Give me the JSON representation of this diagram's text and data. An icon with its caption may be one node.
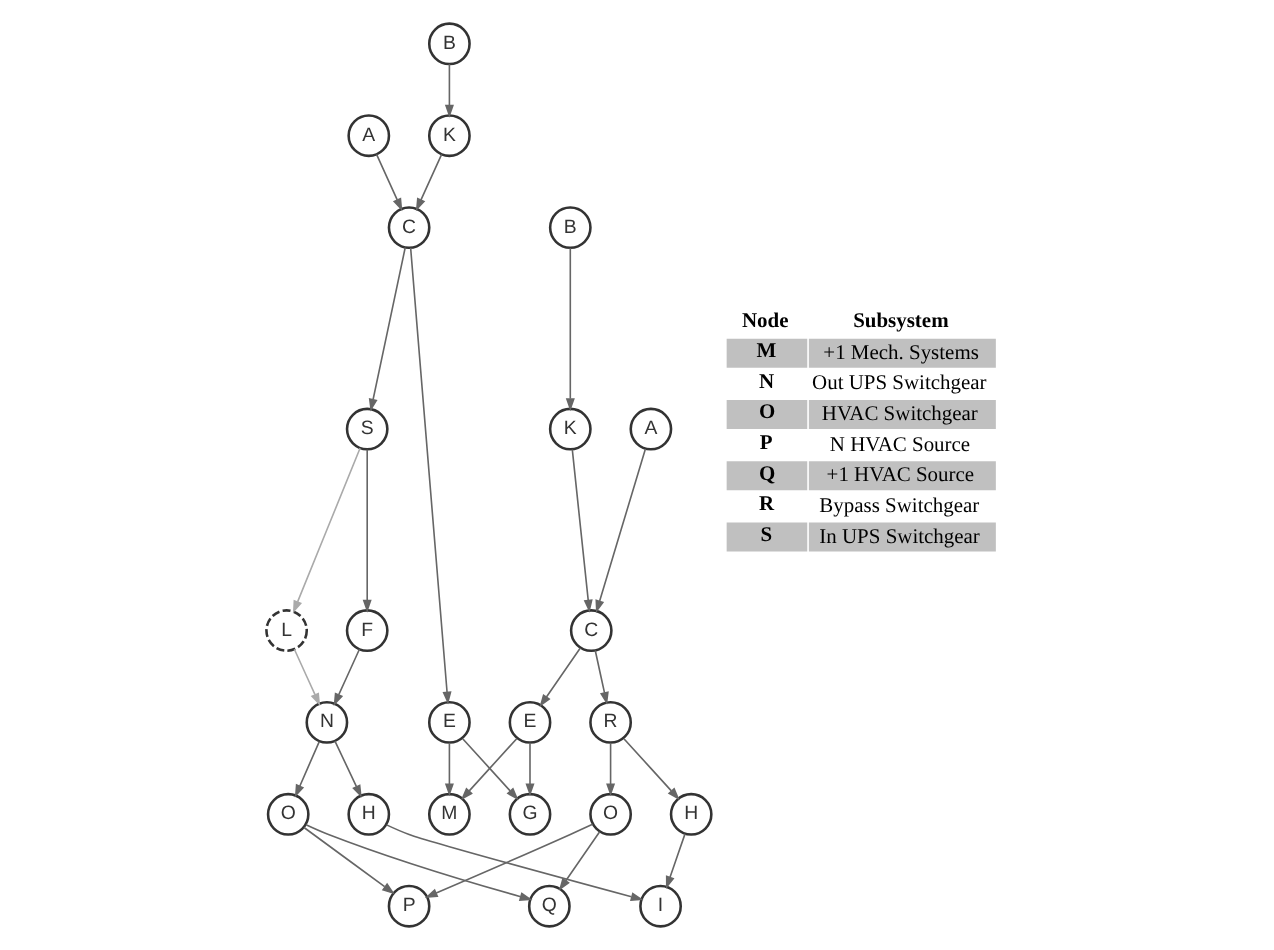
{
  "diagram": {
    "nodes": [
      {
        "text": [
          "A"
        ]
      },
      {
        "text": [
          "B"
        ]
      },
      {
        "text": [
          "B"
        ]
      },
      {
        "text": [
          "A"
        ]
      },
      {
        "text": [
          "C"
        ]
      },
      {
        "text": [
          "K"
        ]
      },
      {
        "text": [
          "K"
        ]
      },
      {
        "text": [
          "C"
        ]
      },
      {
        "text": [
          "S"
        ]
      },
      {
        "text": [
          "G"
        ]
      },
      {
        "text": [
          "R"
        ]
      },
      {
        "text": [
          "E"
        ]
      },
      {
        "text": [
          "E"
        ]
      },
      {
        "text": [
          "M"
        ]
      },
      {
        "text": [
          "F"
        ]
      },
      {
        "text": [
          "L"
        ]
      },
      {
        "text": [
          "P"
        ]
      },
      {
        "text": [
          "O"
        ]
      },
      {
        "text": [
          "O"
        ]
      },
      {
        "text": [
          "Q"
        ]
      },
      {
        "text": [
          "N"
        ]
      },
      {
        "text": [
          "H"
        ]
      },
      {
        "text": [
          "I"
        ]
      },
      {
        "text": [
          "H"
        ]
      }
    ],
    "edges": [
      {
        "from": 0,
        "to": 4,
        "arrow": "to"
      },
      {
        "from": 1,
        "to": 5,
        "arrow": "to"
      },
      {
        "from": 2,
        "to": 6,
        "arrow": "to"
      },
      {
        "from": 3,
        "to": 7,
        "arrow": "to"
      },
      {
        "from": 5,
        "to": 4,
        "arrow": "to"
      },
      {
        "from": 6,
        "to": 7,
        "arrow": "to"
      },
      {
        "from": 4,
        "to": 8,
        "arrow": "to"
      },
      {
        "from": 4,
        "to": 11,
        "arrow": "to"
      },
      {
        "from": 7,
        "to": 12,
        "arrow": "to"
      },
      {
        "from": 7,
        "to": 10,
        "arrow": "to"
      },
      {
        "from": 11,
        "to": 9,
        "arrow": "to"
      },
      {
        "from": 11,
        "to": 13,
        "arrow": "to"
      },
      {
        "from": 12,
        "to": 9,
        "arrow": "to"
      },
      {
        "from": 12,
        "to": 13,
        "arrow": "to"
      },
      {
        "from": 8,
        "to": 14,
        "arrow": "to"
      },
      {
        "from": 8,
        "to": 15,
        "arrow": "to",
        "color": "#aaaaaa"
      },
      {
        "from": 10,
        "to": 18,
        "arrow": "to"
      },
      {
        "from": 10,
        "to": 23,
        "arrow": "to"
      },
      {
        "from": 14,
        "to": 20,
        "arrow": "to"
      },
      {
        "from": 15,
        "to": 20,
        "arrow": "to",
        "color": "#aaaaaa"
      },
      {
        "from": 20,
        "to": 17,
        "arrow": "to"
      },
      {
        "from": 17,
        "to": 16,
        "arrow": "to"
      },
      {
        "from": 17,
        "to": 19,
        "arrow": "to"
      },
      {
        "from": 18,
        "to": 16,
        "arrow": "to"
      },
      {
        "from": 18,
        "to": 19,
        "arrow": "to"
      },
      {
        "from": 20,
        "to": 21,
        "arrow": "to"
      },
      {
        "from": 21,
        "to": 22,
        "arrow": "to"
      },
      {
        "from": 23,
        "to": 22,
        "arrow": "to"
      }
    ],
    "labels": [
      "Node",
      "Subsystem",
      "M",
      "+1 Mech. Systems",
      "N",
      "Out UPS Switchgear",
      "O",
      "HVAC Switchgear",
      "P",
      "N HVAC Source",
      "Q",
      "+1 HVAC Source",
      "R",
      "Bypass Switchgear",
      "S",
      "In UPS Switchgear"
    ]
  }
}
